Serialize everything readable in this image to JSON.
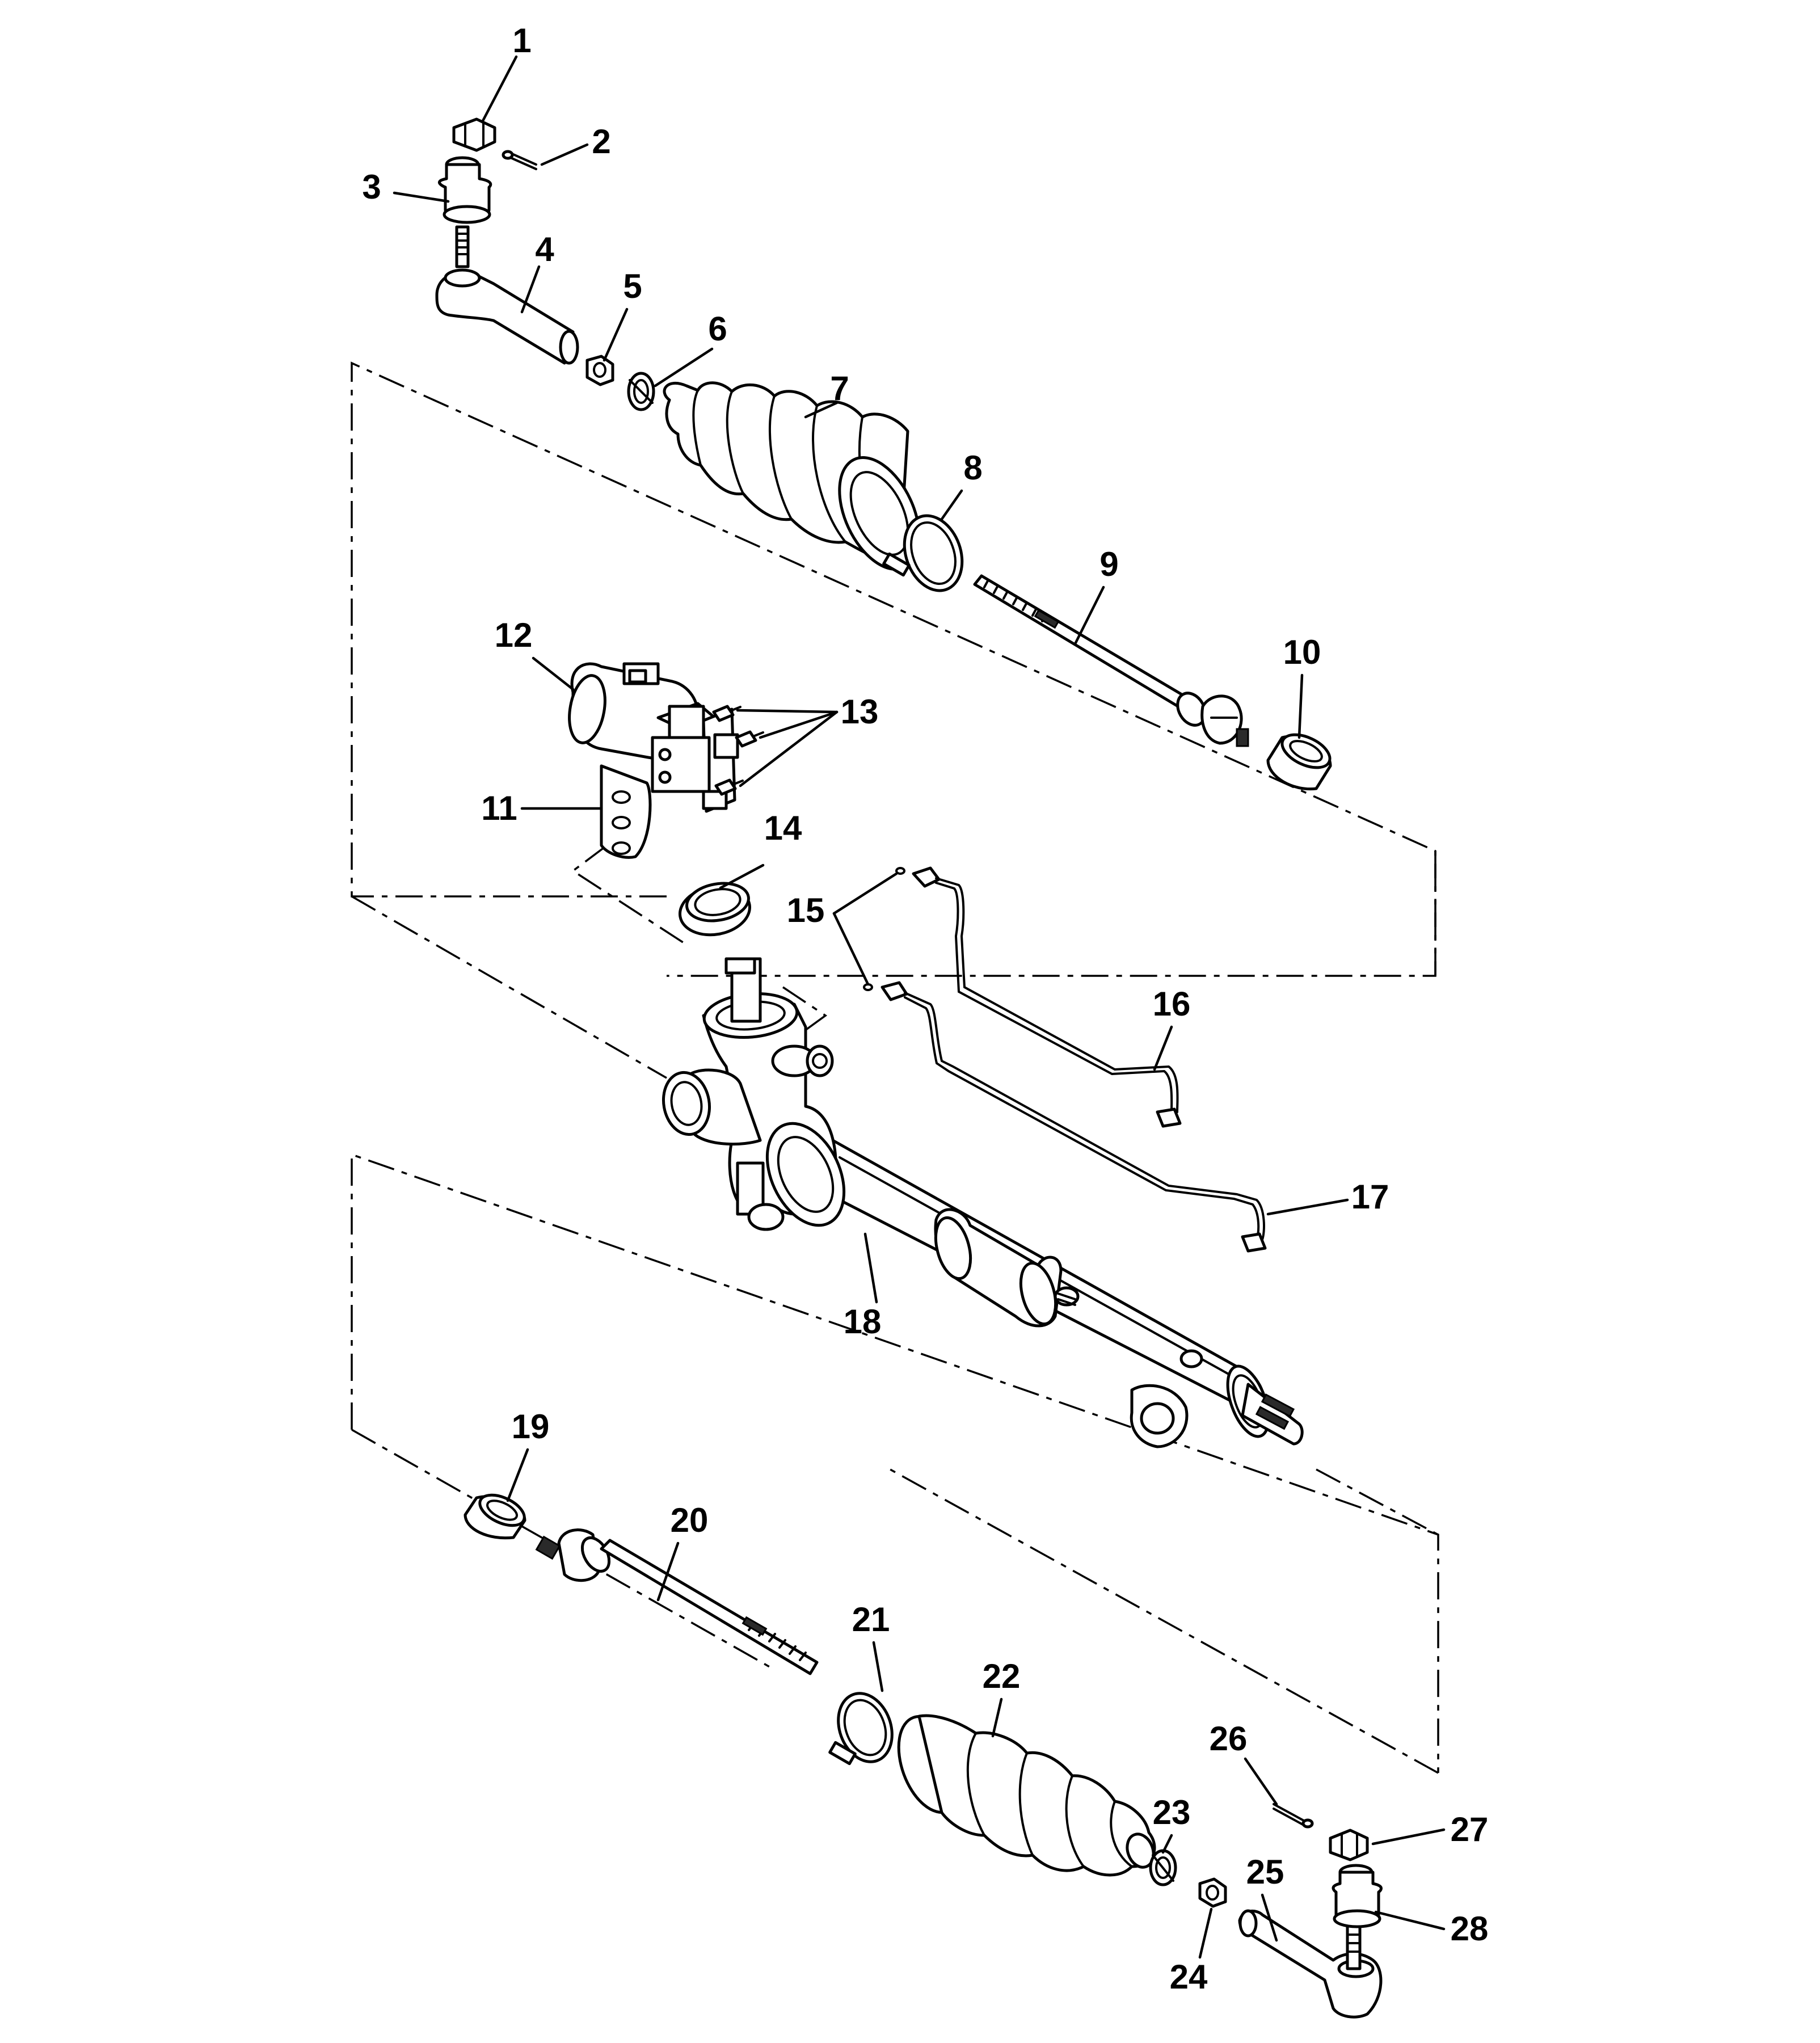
{
  "diagram": {
    "type": "exploded-parts-view",
    "callouts": [
      {
        "id": "1",
        "label": "1"
      },
      {
        "id": "2",
        "label": "2"
      },
      {
        "id": "3",
        "label": "3"
      },
      {
        "id": "4",
        "label": "4"
      },
      {
        "id": "5",
        "label": "5"
      },
      {
        "id": "6",
        "label": "6"
      },
      {
        "id": "7",
        "label": "7"
      },
      {
        "id": "8",
        "label": "8"
      },
      {
        "id": "9",
        "label": "9"
      },
      {
        "id": "10",
        "label": "10"
      },
      {
        "id": "11",
        "label": "11"
      },
      {
        "id": "12",
        "label": "12"
      },
      {
        "id": "13",
        "label": "13"
      },
      {
        "id": "14",
        "label": "14"
      },
      {
        "id": "15",
        "label": "15"
      },
      {
        "id": "16",
        "label": "16"
      },
      {
        "id": "17",
        "label": "17"
      },
      {
        "id": "18",
        "label": "18"
      },
      {
        "id": "19",
        "label": "19"
      },
      {
        "id": "20",
        "label": "20"
      },
      {
        "id": "21",
        "label": "21"
      },
      {
        "id": "22",
        "label": "22"
      },
      {
        "id": "23",
        "label": "23"
      },
      {
        "id": "24",
        "label": "24"
      },
      {
        "id": "25",
        "label": "25"
      },
      {
        "id": "26",
        "label": "26"
      },
      {
        "id": "27",
        "label": "27"
      },
      {
        "id": "28",
        "label": "28"
      }
    ]
  }
}
